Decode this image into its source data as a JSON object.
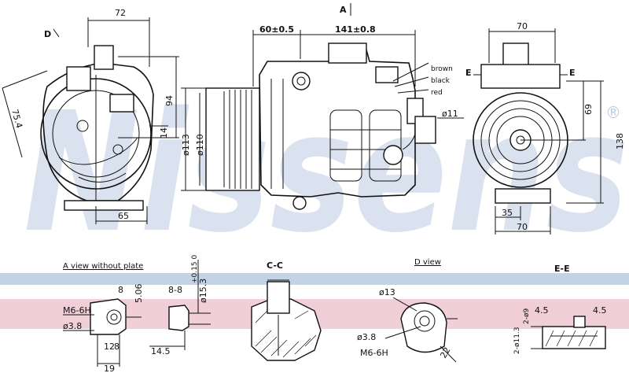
{
  "watermark": {
    "text": "Nissens",
    "registered": "®",
    "color": "#b9cbe0"
  },
  "bands": {
    "blue": "#c3d3e6",
    "pink": "#f0cfd8"
  },
  "labels": {
    "view_a_marker": "A",
    "view_d_marker": "D",
    "e_left": "E",
    "e_right": "E",
    "section_a": "A view without plate",
    "section_cc": "C-C",
    "section_d": "D view",
    "section_ee": "E-E",
    "wire_brown": "brown",
    "wire_black": "black",
    "wire_red": "red"
  },
  "dims_top": {
    "d72": "72",
    "d94": "94",
    "d14": "14",
    "d754": "75.4",
    "d65": "65",
    "d60": "60±0.5",
    "d141": "141±0.8",
    "d113": "ø113",
    "d110": "ø110",
    "d11": "ø11",
    "d70a": "70",
    "d69": "69",
    "d138": "138",
    "d35": "35",
    "d70b": "70"
  },
  "dims_bottom": {
    "m6": "M6-6H",
    "d38": "ø3.8",
    "d8": "8",
    "d506": "5.06",
    "d12": "12",
    "d8b": "8",
    "d19": "19",
    "bb": "8-8",
    "d145": "14.5",
    "d153": "ø15.3",
    "tol": "+0.15 0",
    "d13": "ø13",
    "d38b": "ø3.8",
    "m6b": "M6-6H",
    "d22": "22",
    "d9": "2-ø9",
    "d113b": "2-ø11.3",
    "d45a": "4.5",
    "d45b": "4.5"
  }
}
